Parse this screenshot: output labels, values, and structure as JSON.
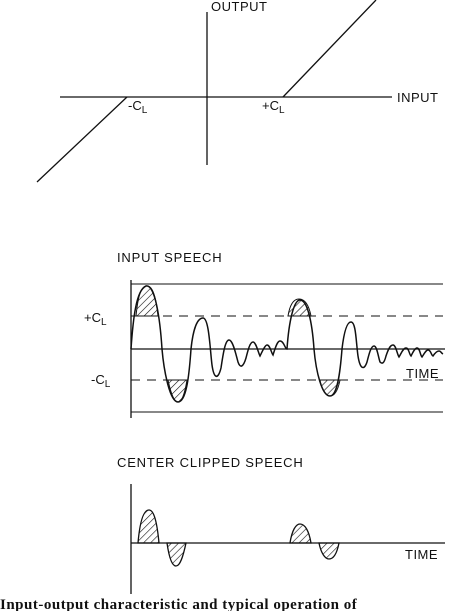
{
  "figure": {
    "top_plot": {
      "y_axis_label": "OUTPUT",
      "x_axis_label": "INPUT",
      "neg_threshold": "-C",
      "neg_threshold_sub": "L",
      "pos_threshold": "+C",
      "pos_threshold_sub": "L"
    },
    "input_panel": {
      "title": "INPUT SPEECH",
      "pos_level": "+C",
      "pos_level_sub": "L",
      "neg_level": "-C",
      "neg_level_sub": "L",
      "time_label": "TIME"
    },
    "clipped_panel": {
      "title": "CENTER CLIPPED SPEECH",
      "time_label": "TIME"
    },
    "caption": "Input-output characteristic and typical operation of"
  },
  "colors": {
    "ink": "#111111",
    "background": "#ffffff"
  }
}
